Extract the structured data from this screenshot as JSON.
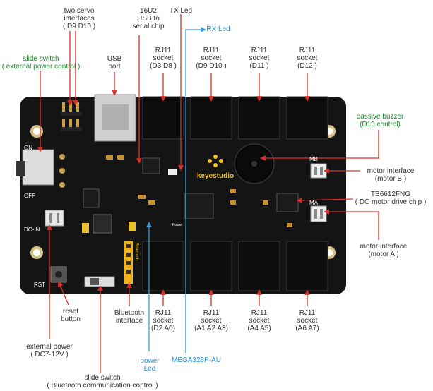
{
  "board": {
    "brand": "keyestudio",
    "silk": {
      "on": "ON",
      "off": "OFF",
      "dc_in": "DC-IN",
      "rst": "RST",
      "mb": "MB",
      "ma": "MA",
      "bluetooth": "Bluetooth",
      "power": "Power"
    }
  },
  "labels": {
    "two_servo": "two servo\ninterfaces\n( D9 D10 )",
    "u16u2": "16U2\nUSB to\nserial chip",
    "tx_led": "TX Led",
    "rx_led": "RX Led",
    "usb_port": "USB\nport",
    "rj_top_1": "RJ11\nsocket\n(D3 D8 )",
    "rj_top_2": "RJ11\nsocket\n(D9 D10 )",
    "rj_top_3": "RJ11\nsocket\n(D11 )",
    "rj_top_4": "RJ11\nsocket\n(D12 )",
    "slide_power": "slide switch\n( external power control )",
    "buzzer": "passive buzzer\n(D13 control)",
    "motor_b": "motor interface\n(motor B )",
    "tb6612": "TB6612FNG\n( DC motor drive chip )",
    "motor_a": "motor interface\n(motor A )",
    "reset": "reset\nbutton",
    "ext_power": "external power\n( DC7-12V )",
    "bt_if": "Bluetooth\ninterface",
    "power_led": "power\nLed",
    "mega": "MEGA328P-AU",
    "rj_bot_1": "RJ11\nsocket\n(D2 A0)",
    "rj_bot_2": "RJ11\nsocket\n(A1 A2 A3)",
    "rj_bot_3": "RJ11\nsocket\n(A4 A5)",
    "rj_bot_4": "RJ11\nsocket\n(A6 A7)",
    "slide_bt": "slide switch\n( Bluetooth communication control )"
  },
  "colors": {
    "board": "#141414",
    "arrow_red": "#d9302a",
    "arrow_blue": "#3a9ad9",
    "accent_green": "#1a8a2a",
    "logo_yellow": "#f2c21a"
  }
}
